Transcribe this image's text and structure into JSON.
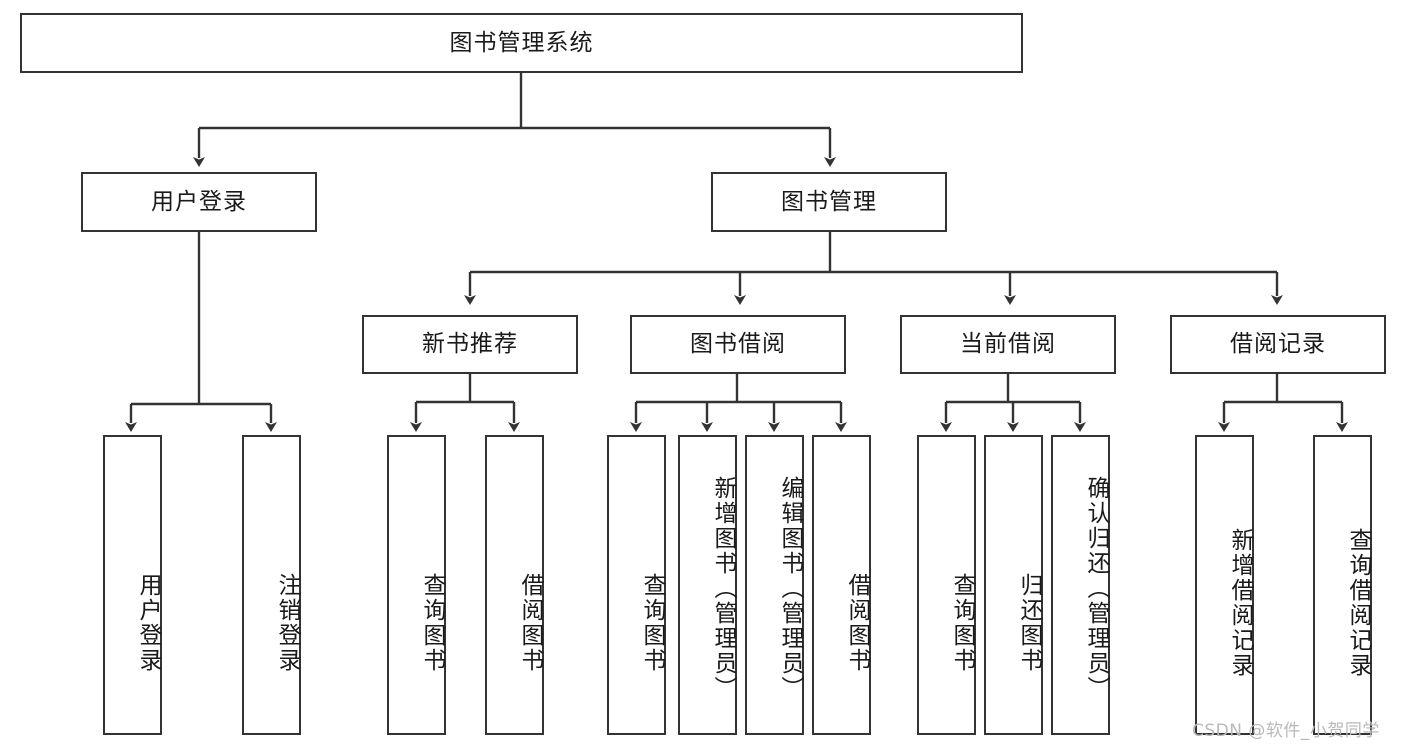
{
  "diagram": {
    "title": "图书管理系统",
    "type": "hierarchy-tree",
    "colors": {
      "box_border": "#333333",
      "box_fill": "#ffffff",
      "edge": "#333333",
      "text": "#1a1a1a",
      "watermark": "#b9b9b9",
      "background": "#ffffff"
    },
    "root": {
      "label": "图书管理系统"
    },
    "level2": [
      {
        "label": "用户登录"
      },
      {
        "label": "图书管理"
      }
    ],
    "level3": [
      {
        "label": "新书推荐"
      },
      {
        "label": "图书借阅"
      },
      {
        "label": "当前借阅"
      },
      {
        "label": "借阅记录"
      }
    ],
    "leaves": {
      "user_login": [
        {
          "label": "用户登录"
        },
        {
          "label": "注销登录"
        }
      ],
      "new_book": [
        {
          "label": "查询图书"
        },
        {
          "label": "借阅图书"
        }
      ],
      "book_borrow": [
        {
          "label": "查询图书"
        },
        {
          "label": "新增图书（管理员）"
        },
        {
          "label": "编辑图书（管理员）"
        },
        {
          "label": "借阅图书"
        }
      ],
      "current_borrow": [
        {
          "label": "查询图书"
        },
        {
          "label": "归还图书"
        },
        {
          "label": "确认归还（管理员）"
        }
      ],
      "borrow_record": [
        {
          "label": "新增借阅记录"
        },
        {
          "label": "查询借阅记录"
        }
      ]
    }
  },
  "watermark": {
    "text": "CSDN @软件_小贺同学"
  }
}
